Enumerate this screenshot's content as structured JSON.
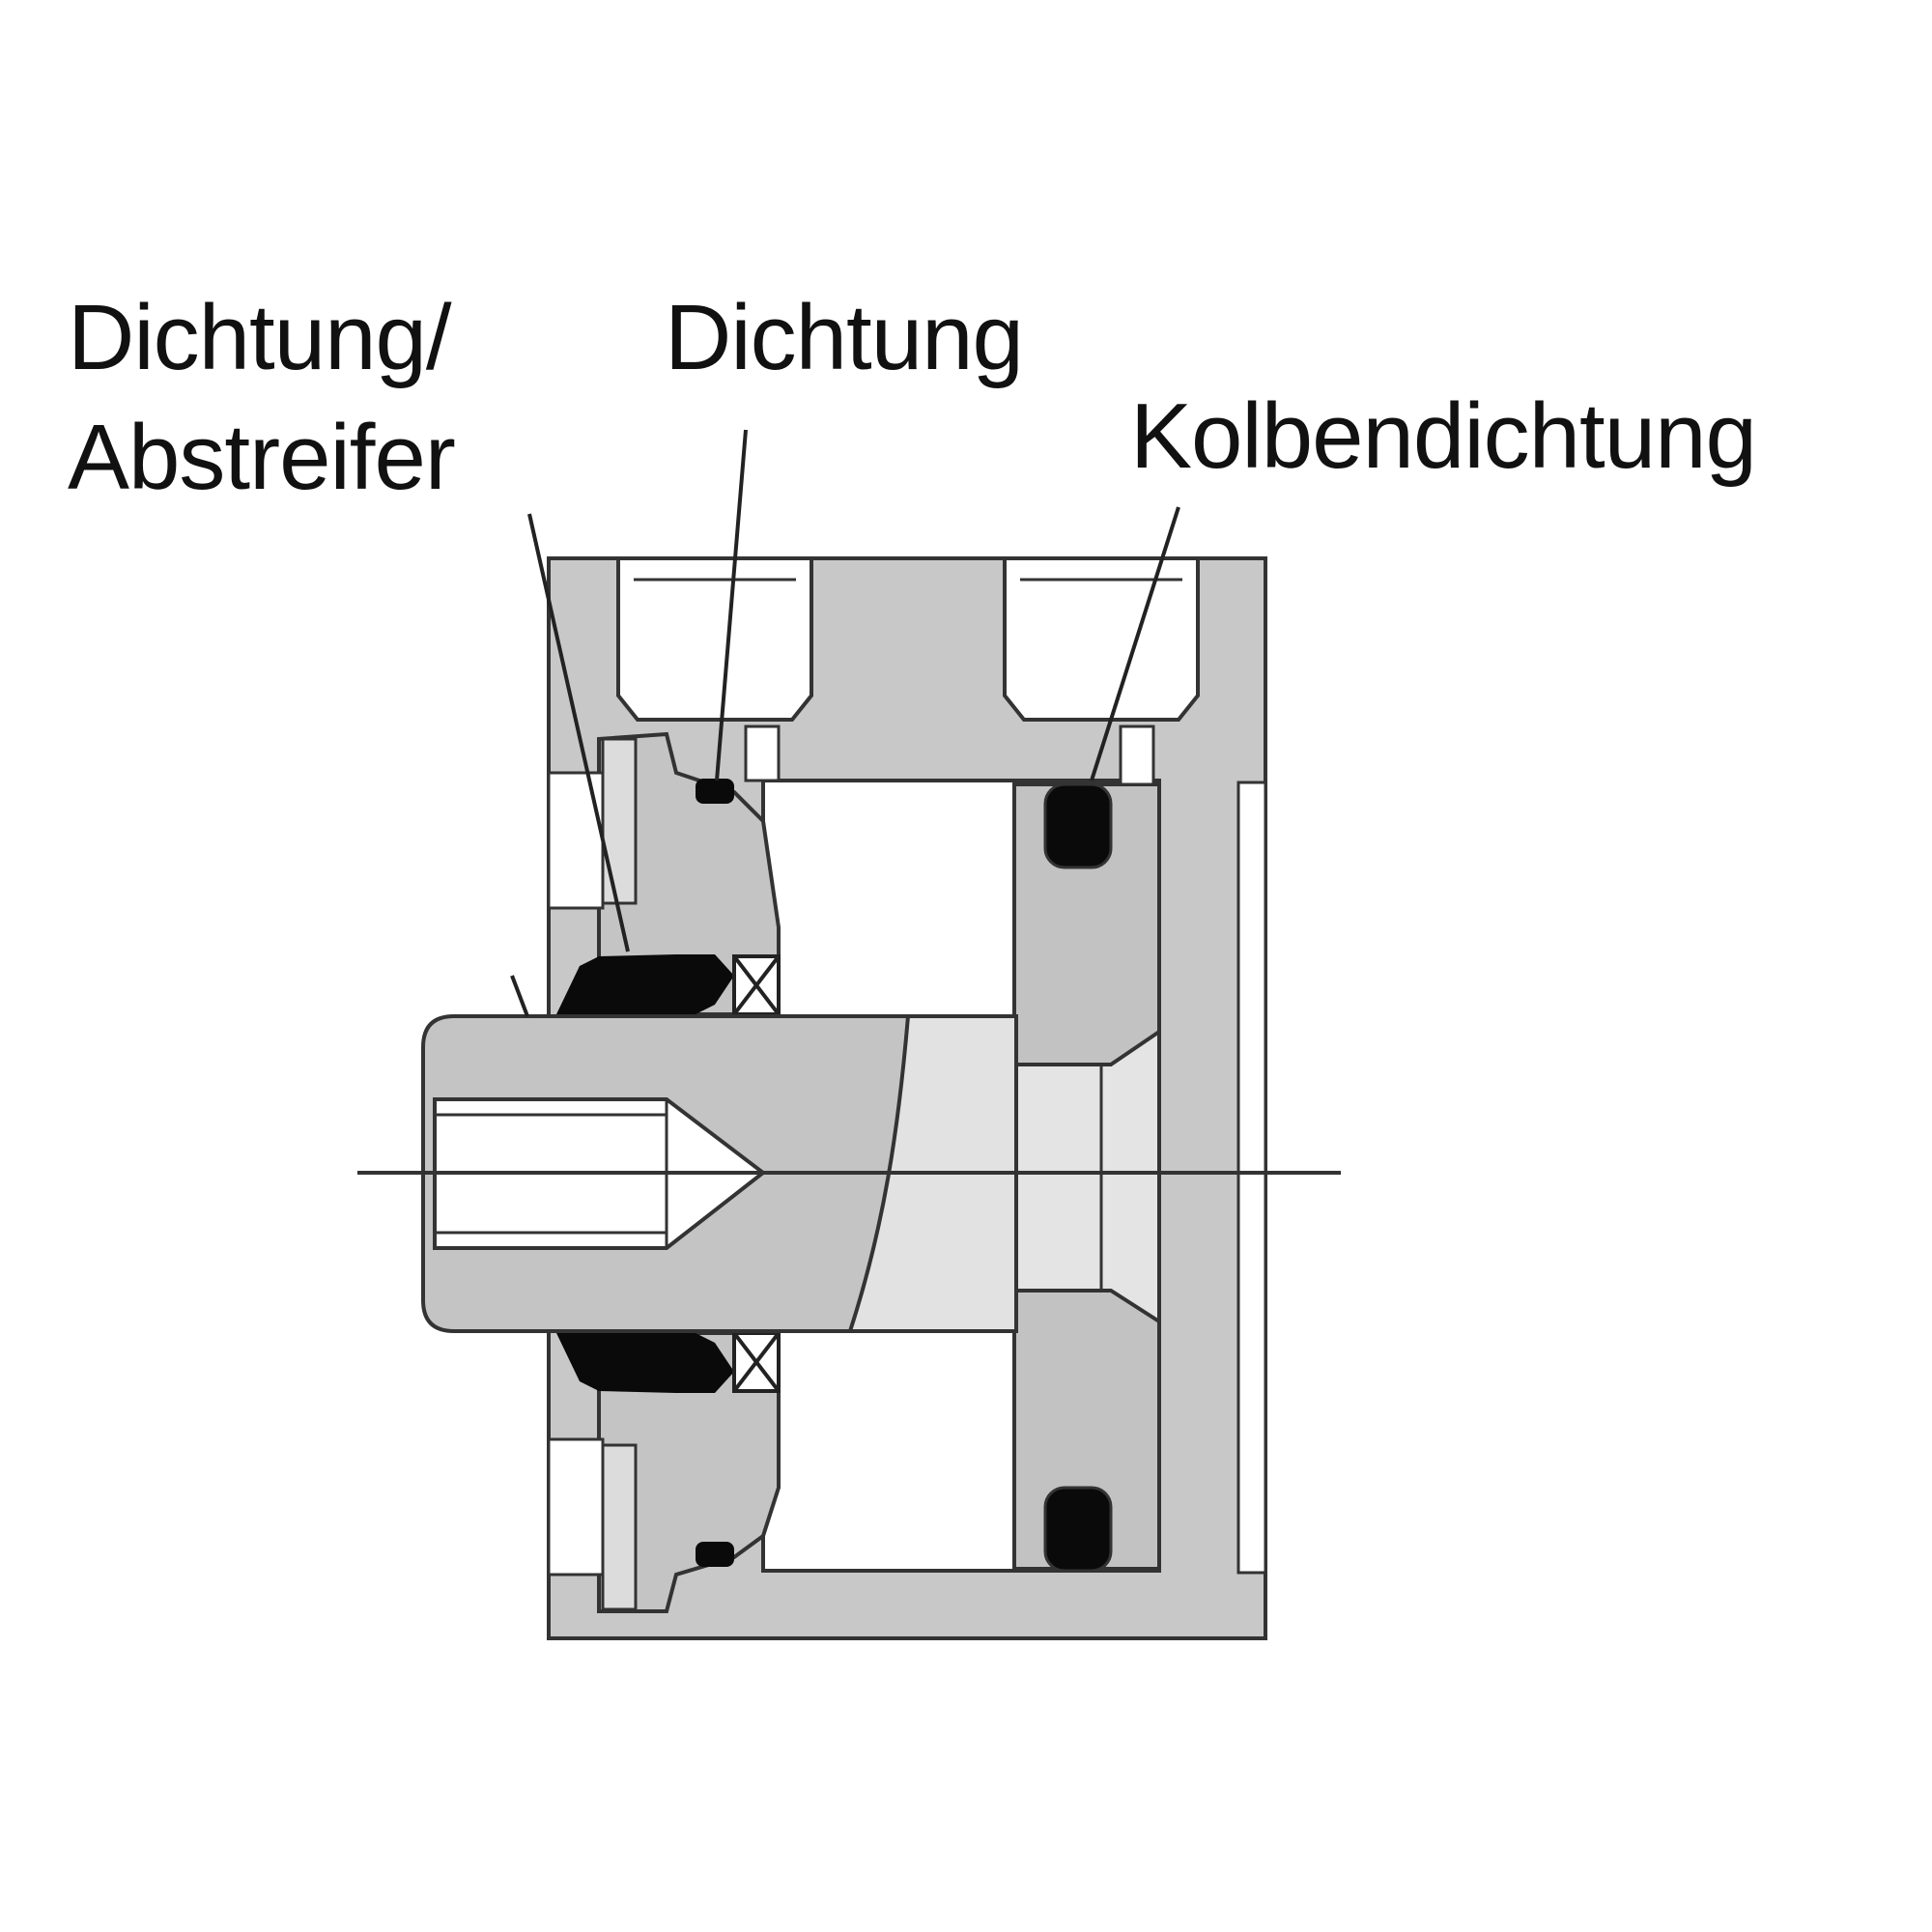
{
  "labels": {
    "wiper_line1": "Dichtung/",
    "wiper_line2": "Abstreifer",
    "seal": "Dichtung",
    "piston_seal": "Kolbendichtung"
  },
  "colors": {
    "body_fill": "#c8c8c8",
    "bore_fill": "#ffffff",
    "rod_fill": "#c4c4c4",
    "rod_light": "#e2e2e2",
    "seal_fill": "#0a0a0a",
    "outline": "#333333",
    "text": "#111111"
  }
}
